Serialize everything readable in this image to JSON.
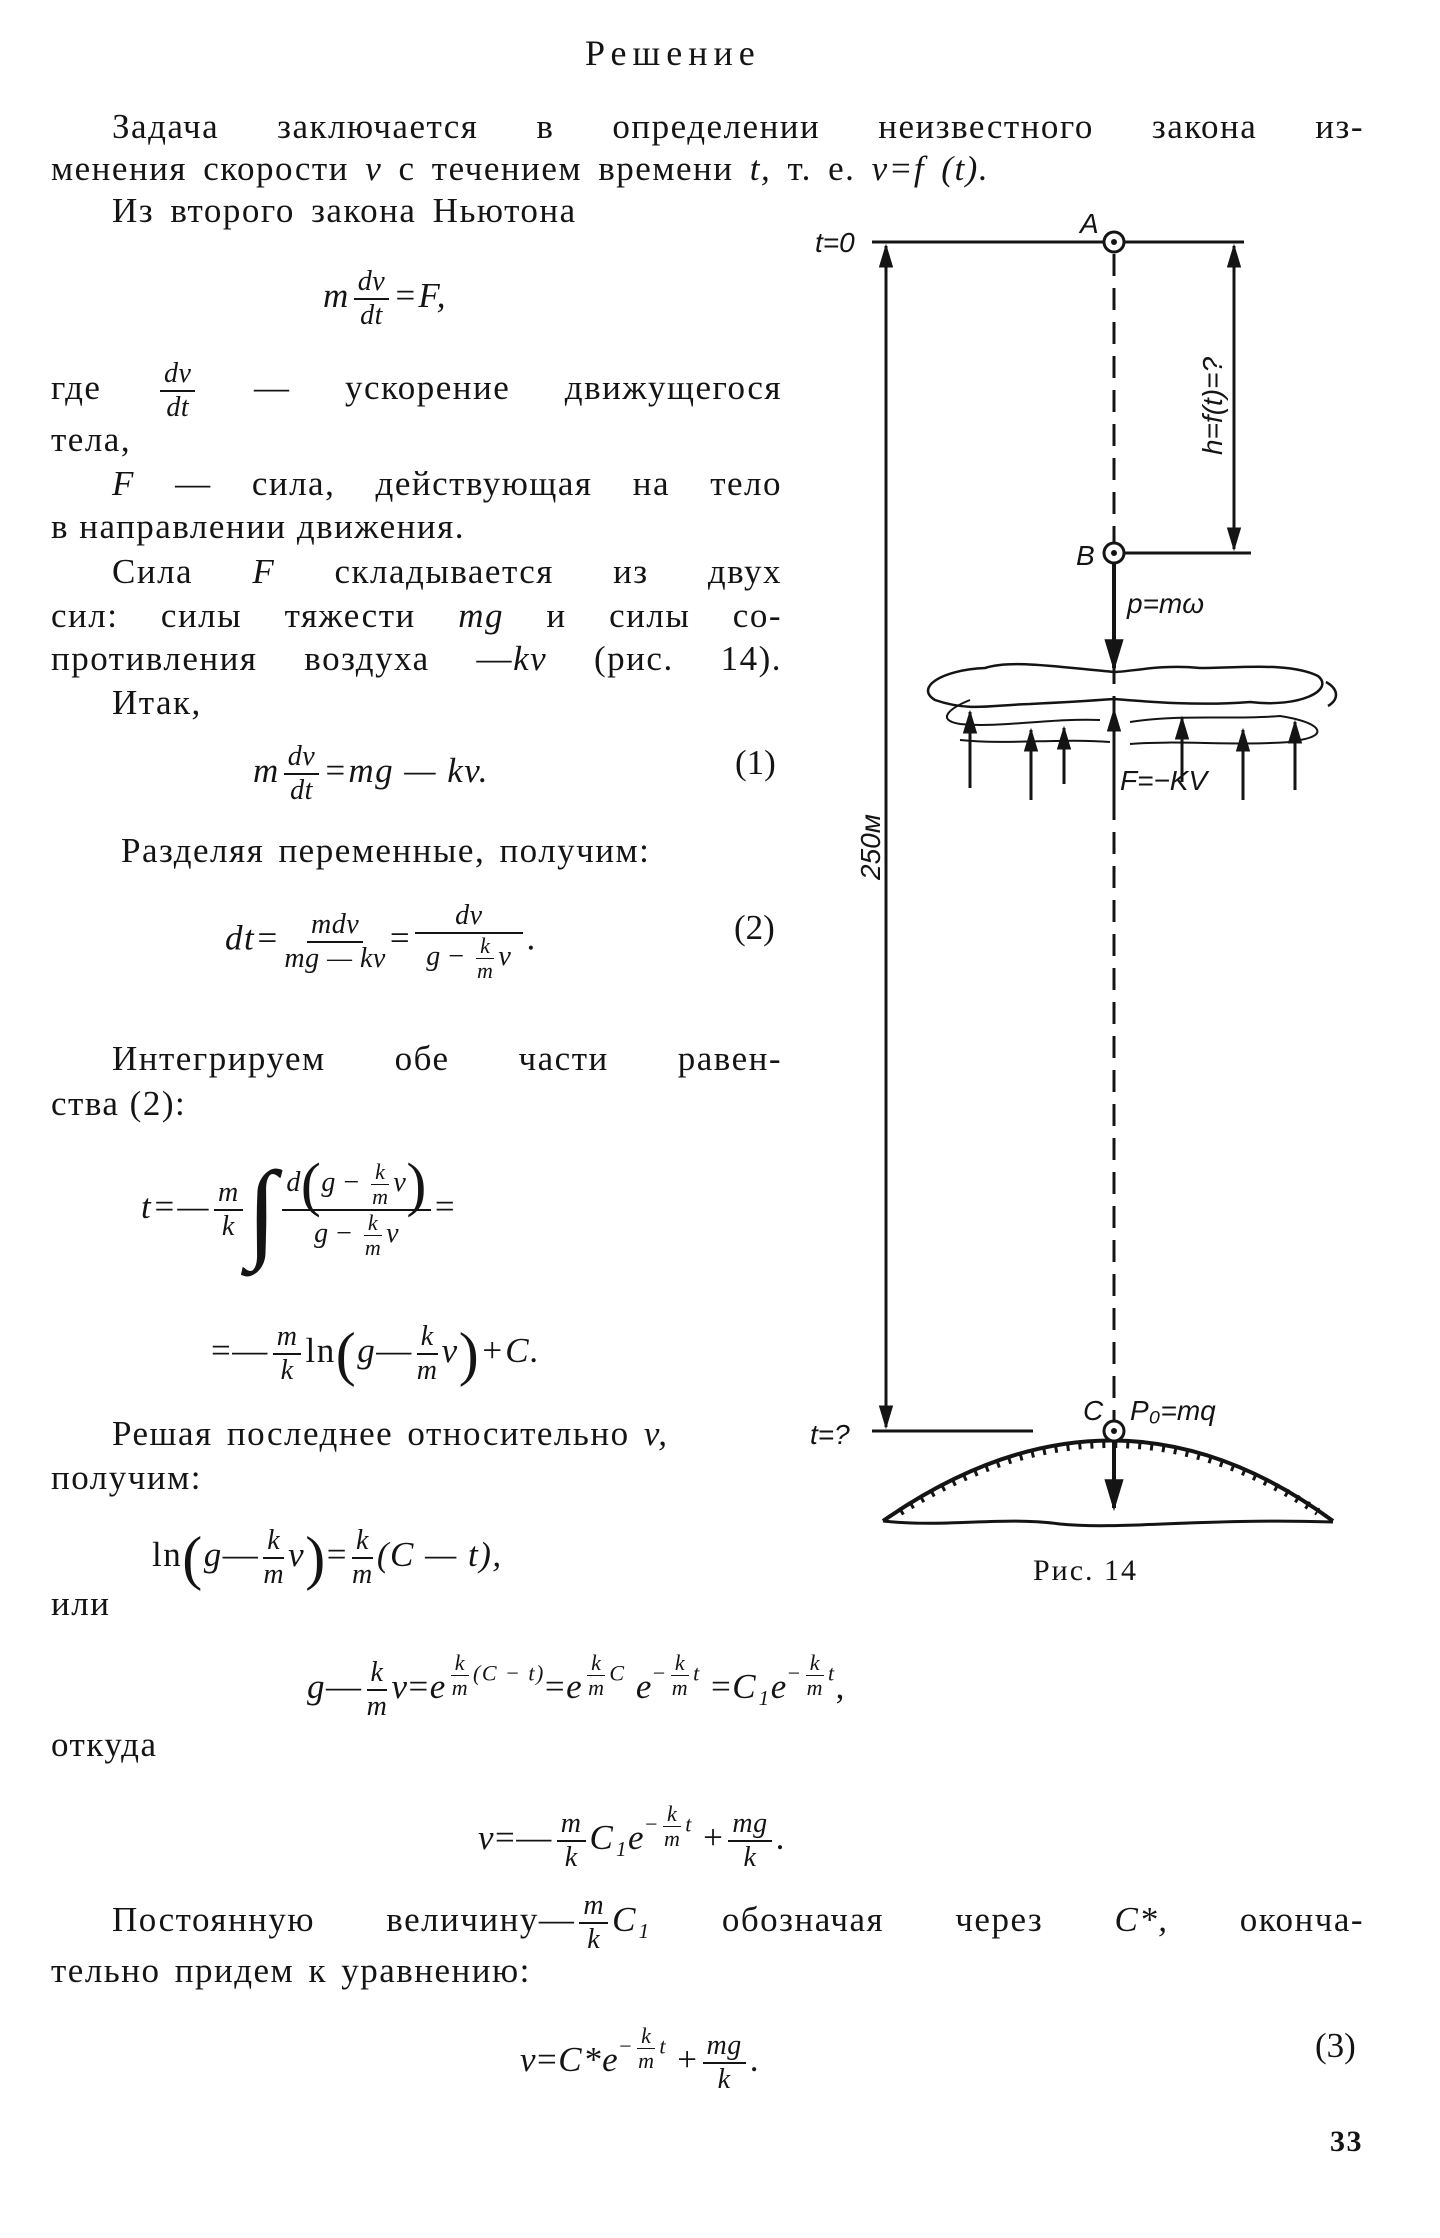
{
  "title": "Решение",
  "sym": {
    "k": "k",
    "m": "m",
    "v": "v",
    "g": "g",
    "C1": "C₁",
    "e": "e",
    "minus": "—",
    "eqs": "="
  },
  "text": {
    "p1_l1": "Задача заключается в определении неизвестного закона из-",
    "p1_l2a": "менения скорости",
    "p1_l2b": "с течением времени",
    "p1_l2c": "t,",
    "p1_l2d": "т. е.",
    "p1_l2e": "v=f (t).",
    "p2": "Из второго закона Ньютона",
    "where_a": "где",
    "where_b": "— ускорение движущегося",
    "body": "тела,",
    "force_a": "F",
    "force_b": "— сила, действующая на тело",
    "dir": "в направлении движения.",
    "sum_a": "Сила",
    "sum_b": "F",
    "sum_c": "складывается из двух",
    "forces_a": "сил: силы тяжести",
    "forces_b": "mg",
    "forces_c": "и силы со-",
    "resist_a": "противления воздуха —",
    "resist_b": "kv",
    "resist_c": "(рис. 14).",
    "so": "Итак,",
    "separate": "Разделяя переменные, получим:",
    "integrate_l1": "Интегрируем обе части равен-",
    "integrate_l2": "ства (2):",
    "solve_l1a": "Решая последнее относительно",
    "solve_l1b": "v,",
    "solve_l2": "получим:",
    "or": "или",
    "whence": "откуда",
    "const_a": "Постоянную величину",
    "const_b": "обозначая через",
    "const_c": "C*,",
    "const_d": "оконча-",
    "final": "тельно придем к уравнению:",
    "page_number": "33"
  },
  "eq": {
    "dv": "dv",
    "dt": "dt",
    "mdv": "mdv",
    "mg": "mg",
    "newton_rhs": "=F,",
    "eq1_rhs": "=mg — kv.",
    "eq1_label": "(1)",
    "eq2_lhs": "dt=",
    "eq2_den1": "mg — kv",
    "eq2_end": ".",
    "eq2_label": "(2)",
    "int_lhs": "t=—",
    "int_d": "d",
    "paren_l": "(",
    "paren_r": ")",
    "int_end": "=",
    "int2_lhs": "=—",
    "ln": "ln",
    "int2_end": "+C.",
    "ln_rhs": "(C — t),",
    "exp1": "(C − t)",
    "exp2": "C",
    "t": "t",
    "comma": ",",
    "dot": ".",
    "plus": "+",
    "cstar": "C*",
    "eq3_label": "(3)"
  },
  "figure": {
    "caption": "Рис. 14",
    "t0": "t=0",
    "t_end": "t=?",
    "point_a": "A",
    "point_b": "B",
    "point_c": "C",
    "height": "h=f(t)=?",
    "distance": "250м",
    "weight": "p=mω",
    "drag": "F=−KV",
    "gravity": "P₀=mq"
  }
}
